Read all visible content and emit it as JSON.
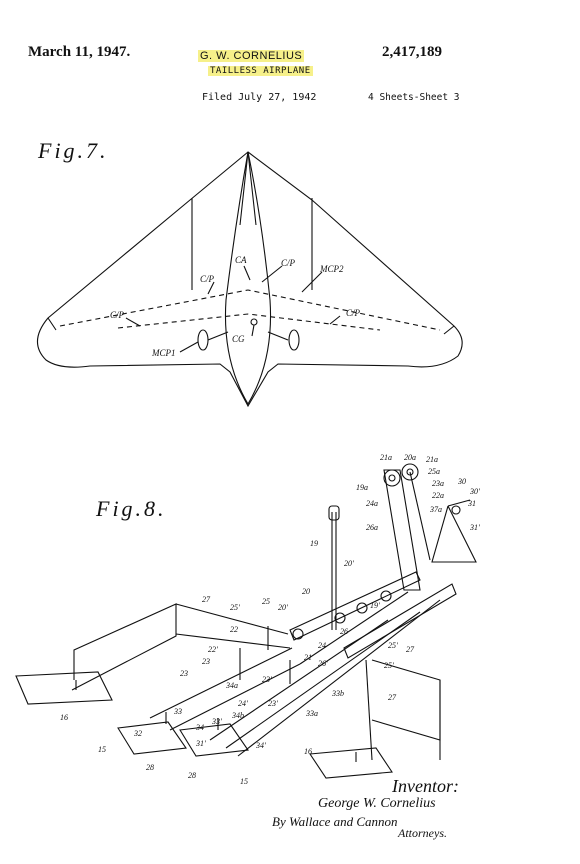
{
  "header": {
    "date": "March 11, 1947.",
    "inventor": "G. W. CORNELIUS",
    "patent_number": "2,417,189",
    "title": "TAILLESS AIRPLANE",
    "filed": "Filed July 27, 1942",
    "sheets": "4 Sheets-Sheet 3"
  },
  "figures": {
    "fig7": {
      "label": "Fig.7.",
      "callouts": [
        "CA",
        "C/P",
        "MCP2",
        "C/P",
        "C/P",
        "C/P",
        "MCP1",
        "CG"
      ]
    },
    "fig8": {
      "label": "Fig.8.",
      "callouts": [
        "21a",
        "20a",
        "21a",
        "25a",
        "19a",
        "23a",
        "30",
        "30'",
        "22a",
        "31",
        "24a",
        "37a",
        "26a",
        "31'",
        "19",
        "20'",
        "20",
        "19'",
        "27",
        "25'",
        "25",
        "20'",
        "22",
        "26",
        "24",
        "21",
        "23",
        "22'",
        "26'",
        "25'",
        "23'",
        "27",
        "16",
        "34a",
        "23",
        "33b",
        "25'",
        "23'",
        "33",
        "24'",
        "34b",
        "27",
        "34",
        "33'",
        "33a",
        "32",
        "31'",
        "34'",
        "15",
        "28",
        "28",
        "15",
        "16"
      ]
    }
  },
  "signature": {
    "inventor_label": "Inventor:",
    "inventor_signature": "George W. Cornelius",
    "attorneys_line": "By Wallace and Cannon",
    "attorneys_label": "Attorneys."
  }
}
